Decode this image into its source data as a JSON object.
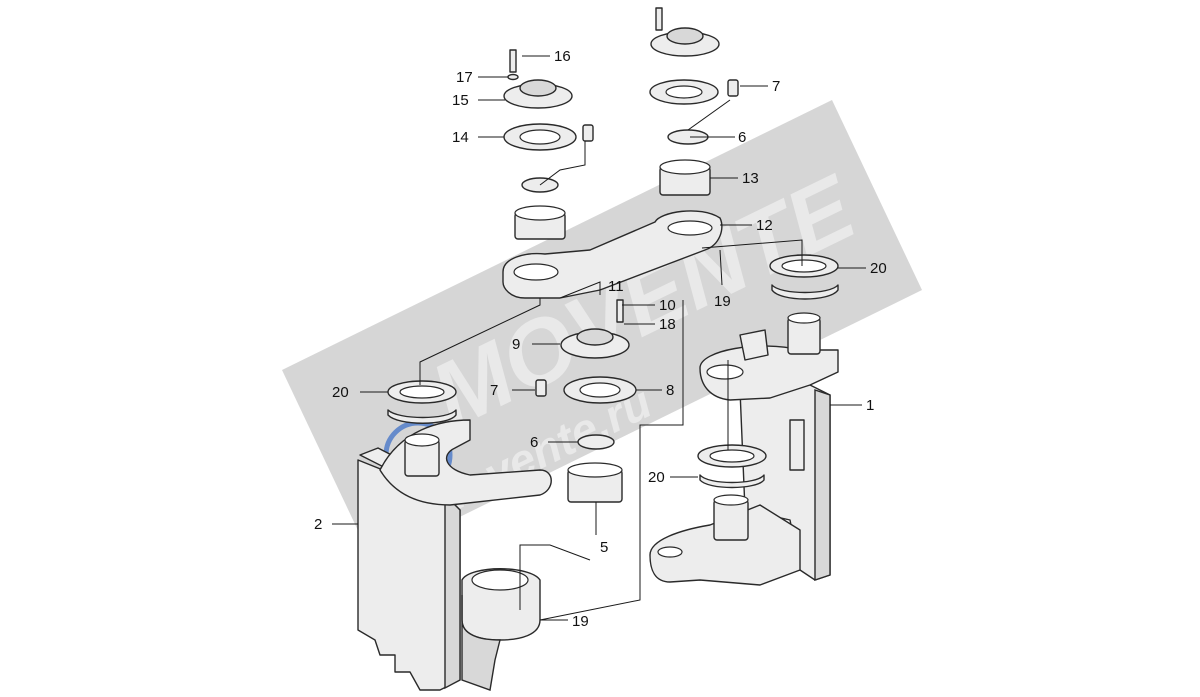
{
  "watermark": {
    "brand": "MOVENTE",
    "site": "movente.ru",
    "band_color": "#c8c8c8",
    "text_color": "#e9e9e9",
    "accent_color": "#4a78c8"
  },
  "callouts": {
    "c1": "1",
    "c2": "2",
    "c5": "5",
    "c6a": "6",
    "c6b": "6",
    "c7a": "7",
    "c7b": "7",
    "c8": "8",
    "c9": "9",
    "c10": "10",
    "c11": "11",
    "c12": "12",
    "c13": "13",
    "c14": "14",
    "c15": "15",
    "c16": "16",
    "c17": "17",
    "c18": "18",
    "c19a": "19",
    "c19b": "19",
    "c20a": "20",
    "c20b": "20",
    "c20c": "20"
  }
}
